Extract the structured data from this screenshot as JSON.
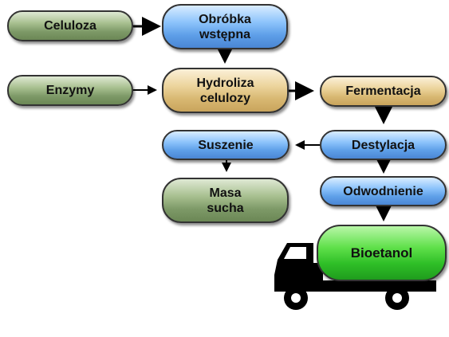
{
  "nodes": {
    "celuloza": "Celuloza",
    "obrobka": [
      "Obróbka",
      "wstępna"
    ],
    "enzymy": "Enzymy",
    "hydroliza": [
      "Hydroliza",
      "celulozy"
    ],
    "fermentacja": "Fermentacja",
    "destylacja": "Destylacja",
    "suszenie": "Suszenie",
    "odwodnienie": "Odwodnienie",
    "masa_sucha": [
      "Masa",
      "sucha"
    ],
    "bioetanol": "Bioetanol"
  },
  "colors": {
    "green": "#7e9a68",
    "blue": "#5e9fe8",
    "tan": "#d8b872",
    "bright_green": "#2fbf27",
    "arrow": "#000000"
  },
  "icons": [
    "arrow-icon",
    "tanker-truck-icon"
  ]
}
